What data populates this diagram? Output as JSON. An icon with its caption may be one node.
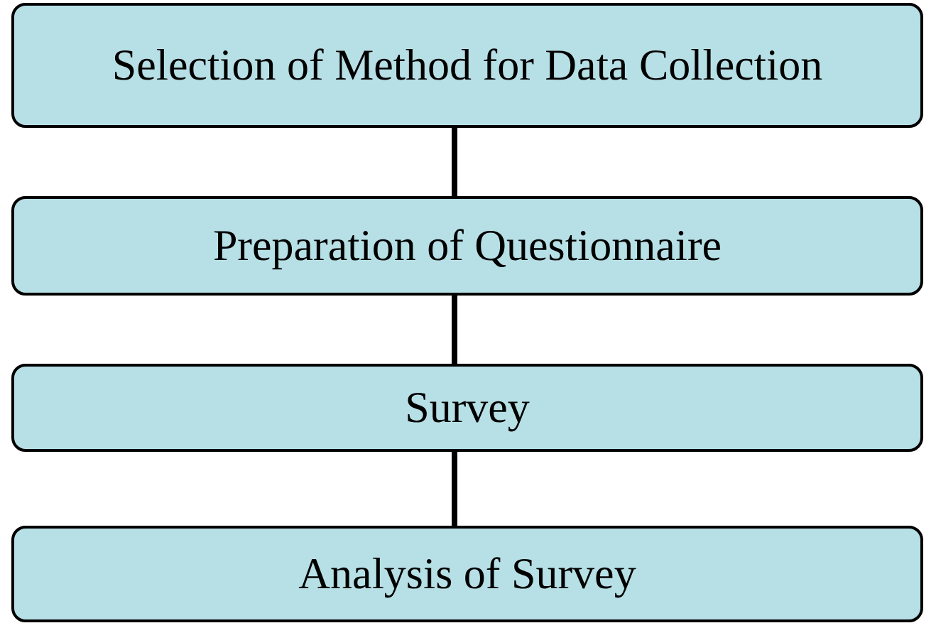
{
  "diagram": {
    "nodes": [
      {
        "text": [
          "Selection of Method for Data Collection"
        ]
      },
      {
        "text": [
          "Preparation of Questionnaire"
        ]
      },
      {
        "text": [
          "Survey"
        ]
      },
      {
        "text": [
          "Analysis of Survey"
        ]
      }
    ],
    "edges": [
      {
        "from": 0,
        "to": 1,
        "arrow": "none"
      },
      {
        "from": 1,
        "to": 2,
        "arrow": "none"
      },
      {
        "from": 2,
        "to": 3,
        "arrow": "none"
      }
    ]
  }
}
